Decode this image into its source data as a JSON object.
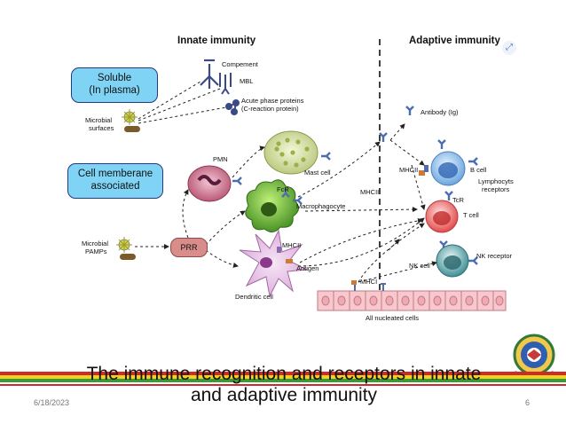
{
  "header": {
    "innate": "Innate immunity",
    "adaptive": "Adaptive immunity"
  },
  "boxes": {
    "soluble": [
      "Soluble",
      "(In plasma)"
    ],
    "membrane": [
      "Cell memberane",
      "associated"
    ]
  },
  "labels": {
    "compement": "Compement",
    "mbl": "MBL",
    "acute1": "Acute phase proteins",
    "acute2": "(C-reaction protein)",
    "microbial_surfaces1": "Microbial",
    "microbial_surfaces2": "surfaces",
    "pmn": "PMN",
    "mast_cell": "Mast cell",
    "fcr": "FcR",
    "macrophagocyte": "Macrophagocyte",
    "mhcii_mid": "MHCII",
    "mhcii_left": "MHCII",
    "antigen": "Antigen",
    "dendritic": "Dendritic cell",
    "microbial_pamps1": "Microbial",
    "microbial_pamps2": "PAMPs",
    "prr": "PRR",
    "antibody": "Antibody (Ig)",
    "mhcii_b": "MHCII",
    "b_cell": "B cell",
    "lymph1": "Lymphocyts",
    "lymph2": "receptors",
    "tcr": "TcR",
    "t_cell": "T cell",
    "nk_cell": "NK cell",
    "nk_receptor": "NK receptor",
    "mhci": "MHCI",
    "nucleated": "All nucleated cells"
  },
  "caption": [
    "The immune recognition and receptors in innate",
    "and adaptive immunity"
  ],
  "footer": {
    "date": "6/18/2023",
    "page": "6"
  },
  "colors": {
    "box": "#7fd3f4",
    "stripe_red": "#cf2a2a",
    "stripe_yellow": "#f2d21c",
    "stripe_green": "#3a9a3a"
  }
}
